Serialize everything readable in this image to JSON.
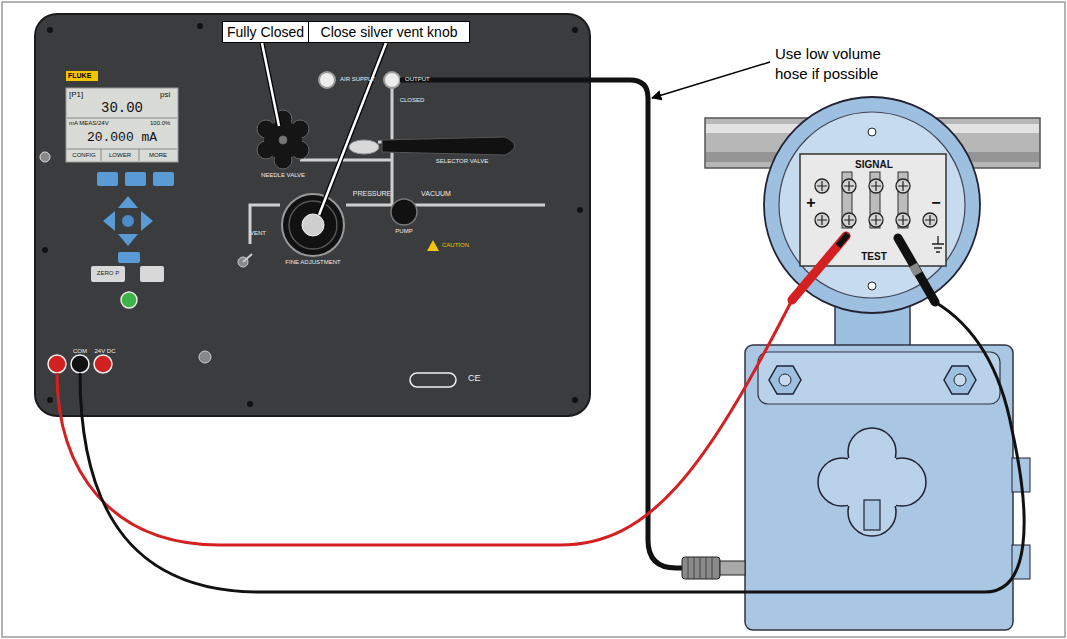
{
  "diagram": {
    "nodes": [
      {
        "text": [
          "Fully Closed"
        ]
      },
      {
        "text": [
          "Close silver vent knob"
        ]
      }
    ],
    "labels": [
      "Use low volume hose if possible",
      "FLUKE",
      "[P1]",
      "psi",
      "30.00",
      "mA MEAS/24V",
      "100.0%",
      "20.000 mA",
      "CONFIG",
      "LOWER",
      "MORE",
      "ZERO P",
      "VENT",
      "FINE ADJUSTMENT",
      "NEEDLE VALVE",
      "PRESSURE",
      "VACUUM",
      "PUMP",
      "CAUTION",
      "SELECTOR VALVE",
      "CLOSED",
      "OUTPUT",
      "AIR SUPPLY",
      "COM",
      "24V DC",
      "SIGNAL",
      "+",
      "−",
      "TEST",
      "CE"
    ]
  }
}
